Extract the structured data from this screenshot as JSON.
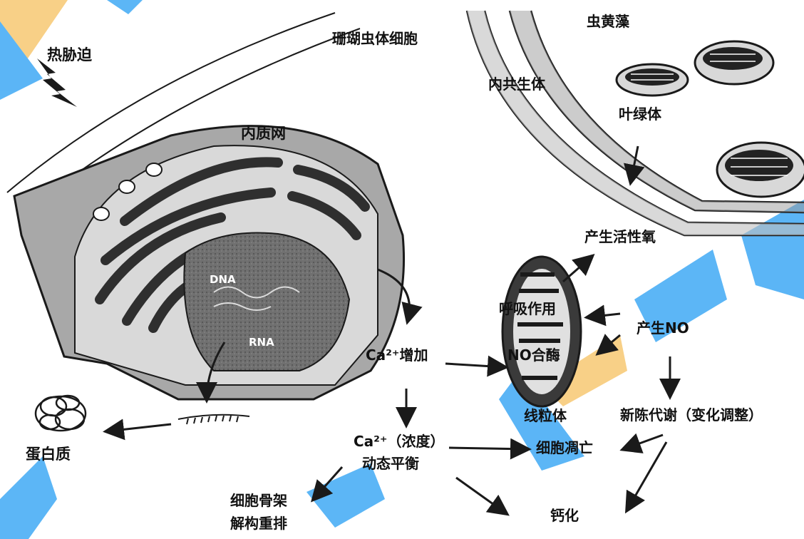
{
  "labels": {
    "heat_stress": "热胁迫",
    "coral_cell": "珊瑚虫体细胞",
    "zooxanthellae": "虫黄藻",
    "endosymbiont": "内共生体",
    "chloroplast": "叶绿体",
    "er": "内质网",
    "dna": "DNA",
    "rna": "RNA",
    "ros": "产生活性氧",
    "respiration": "呼吸作用",
    "no_synthase": "NO合酶",
    "mitochondrion": "线粒体",
    "produce_no": "产生NO",
    "ca_increase": "Ca²⁺增加",
    "ca_balance_1": "Ca²⁺（浓度）",
    "ca_balance_2": "动态平衡",
    "apoptosis": "细胞凋亡",
    "metabolism": "新陈代谢（变化调整）",
    "protein": "蛋白质",
    "cytoskeleton_1": "细胞骨架",
    "cytoskeleton_2": "解构重排",
    "calcification": "钙化"
  },
  "colors": {
    "ink": "#1a1a1a",
    "nucleus": "#6b6b6b",
    "er_dark": "#3a3a3a",
    "watermark_blue": "#3fa9f5",
    "watermark_yellow": "#f7c873"
  }
}
